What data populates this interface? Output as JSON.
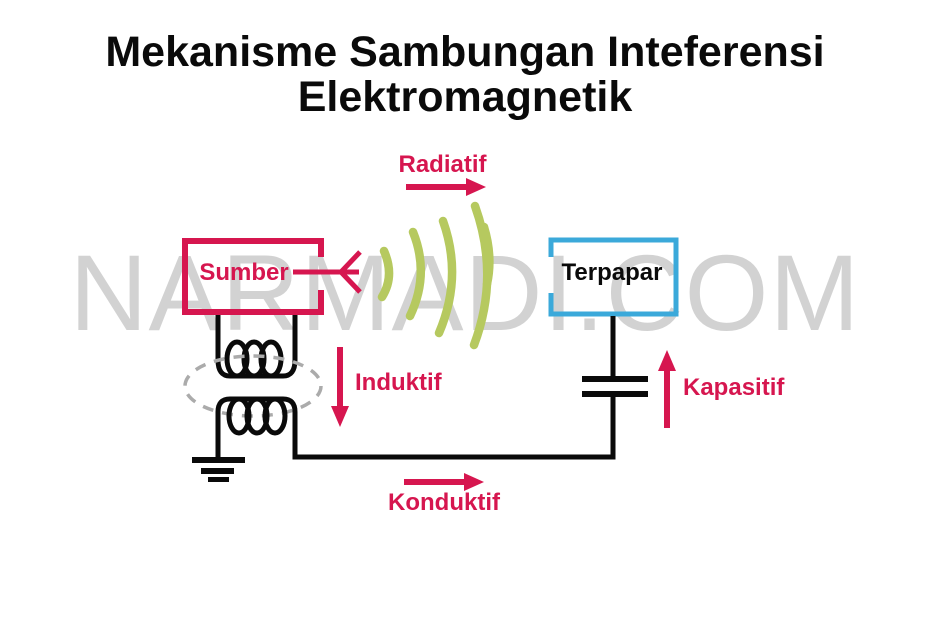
{
  "title": {
    "line1": "Mekanisme Sambungan Inteferensi",
    "line2": "Elektromagnetik"
  },
  "watermark": "NARMADI.COM",
  "diagram": {
    "source_box": {
      "label": "Sumber"
    },
    "exposed_box": {
      "label": "Terpapar"
    },
    "coupling_paths": {
      "radiative": "Radiatif",
      "inductive": "Induktif",
      "capacitive": "Kapasitif",
      "conductive": "Konduktif"
    },
    "symbols": [
      "transformer-coils",
      "coupling-dashed-ellipse",
      "ground-symbol",
      "capacitor-symbol",
      "radiation-waves"
    ]
  },
  "colors": {
    "accent_red": "#d6164f",
    "accent_blue": "#3ba9da",
    "wave_green": "#b6c95f",
    "watermark_gray": "#d2d2d2",
    "line_black": "#0a0a0a",
    "dashed_gray": "#ababab"
  }
}
